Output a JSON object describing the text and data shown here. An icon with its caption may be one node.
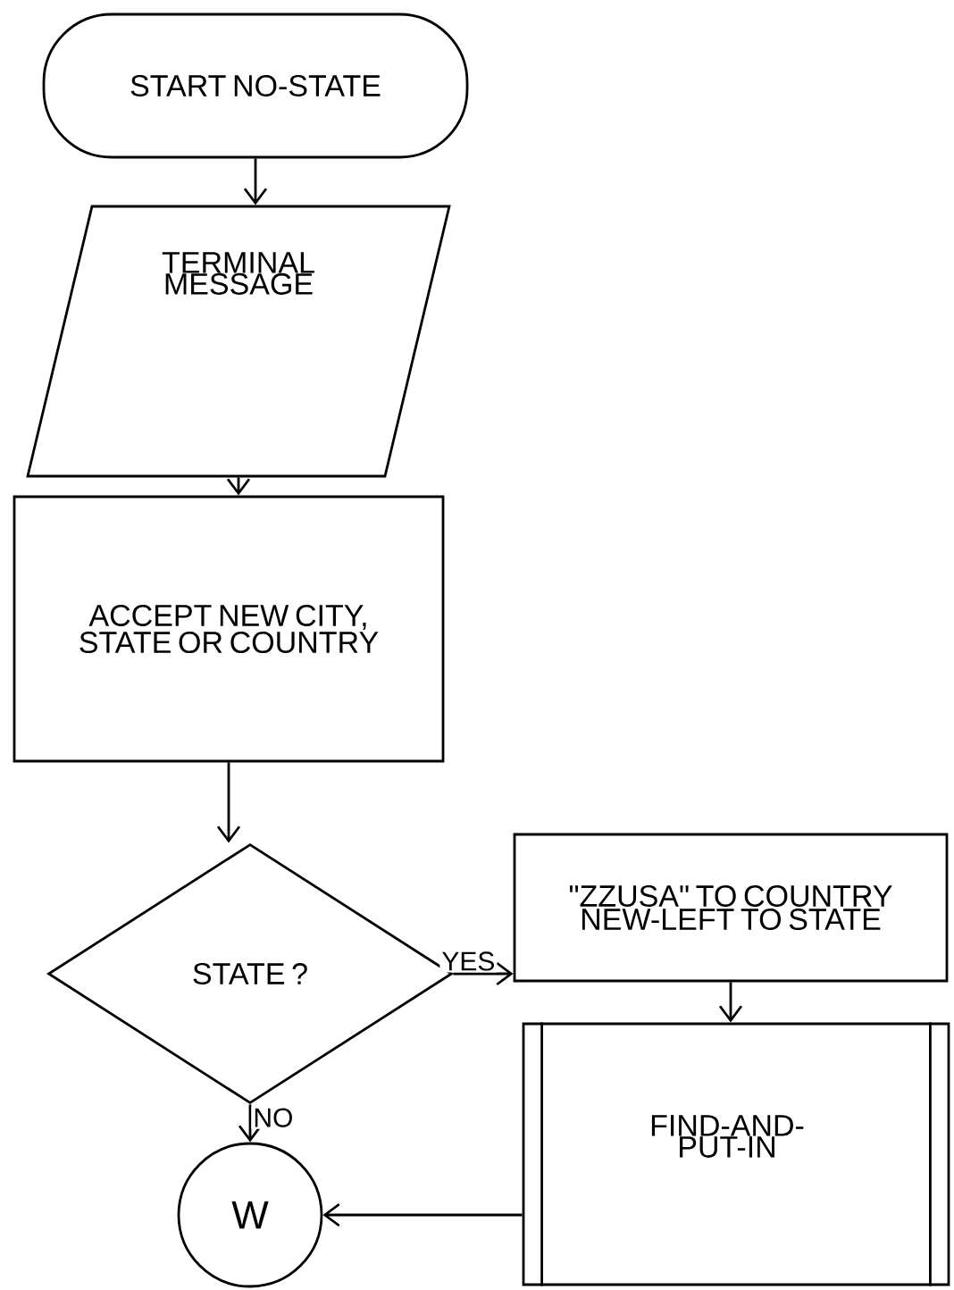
{
  "diagram": {
    "nodes": [
      {
        "text": [
          "START NO-STATE"
        ]
      },
      {
        "text": [
          "TERMINAL MESSAGE"
        ]
      },
      {
        "text": [
          "ACCEPT NEW CITY, STATE OR COUNTRY"
        ]
      },
      {
        "text": [
          "STATE ?"
        ]
      },
      {
        "text": [
          "\"ZZUSA\" TO COUNTRY NEW-LEFT TO STATE"
        ]
      },
      {
        "text": [
          "FIND-AND-PUT-IN"
        ]
      },
      {
        "text": [
          "W"
        ]
      }
    ],
    "edges": [
      {
        "from": 0,
        "to": 1,
        "arrow": "to"
      },
      {
        "from": 1,
        "to": 2,
        "arrow": "to"
      },
      {
        "from": 2,
        "to": 3,
        "arrow": "to"
      },
      {
        "from": 3,
        "to": 4,
        "arrow": "to",
        "label": "YES"
      },
      {
        "from": 4,
        "to": 5,
        "arrow": "to"
      },
      {
        "from": 3,
        "to": 6,
        "arrow": "to",
        "label": "NO"
      },
      {
        "from": 5,
        "to": 6,
        "arrow": "to"
      }
    ]
  }
}
